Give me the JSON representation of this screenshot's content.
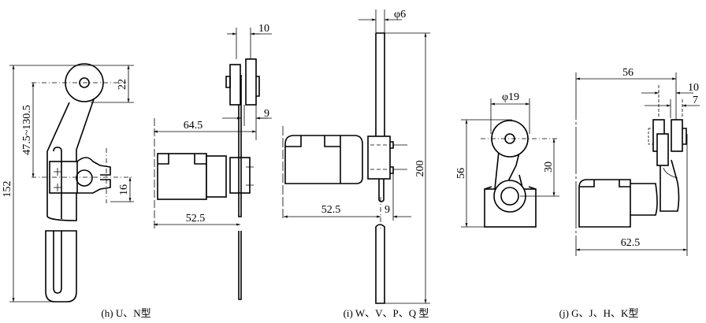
{
  "figures": {
    "h": {
      "caption": "(h) U、N型",
      "dims": {
        "total_height": "152",
        "arm_range": "47.5~130.5",
        "roller_offset": "22",
        "fork": "16",
        "width_top": "64.5",
        "width_body": "52.5",
        "roller_width": "10",
        "offset": "9"
      }
    },
    "i": {
      "caption": "(i) W、V、P、Q 型",
      "dims": {
        "rod_dia": "φ6",
        "rod_length": "200",
        "width_body": "52.5",
        "offset": "9"
      }
    },
    "j": {
      "caption": "(j) G、J、H、K型",
      "dims": {
        "roller_dia": "φ19",
        "height": "56",
        "arm": "30",
        "width_top": "56",
        "width_total": "62.5",
        "roller_width": "10",
        "roller_gap": "7"
      }
    }
  },
  "colors": {
    "line": "#000000",
    "background": "#ffffff"
  }
}
